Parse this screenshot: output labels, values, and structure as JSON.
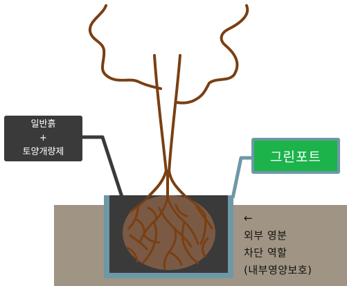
{
  "labels": {
    "soil": {
      "line1": "일반흙",
      "line2": "+",
      "line3": "토양개량제"
    },
    "pot": "그린포트",
    "role": {
      "arrow": "←",
      "line1": "외부 영분",
      "line2": "차단 역할",
      "line3": "(내부영양보호)"
    }
  },
  "colors": {
    "ground": "#a09484",
    "pot_wall": "#6e98a6",
    "pot_interior": "#3a3a3a",
    "root_ball": "#7a5a44",
    "roots": "#7a3f12",
    "soil_label_bg": "#3a3a3a",
    "pot_label_bg": "#1bb34a",
    "pot_label_border": "#6e98a6",
    "leader_line": "#3a3a3a"
  }
}
